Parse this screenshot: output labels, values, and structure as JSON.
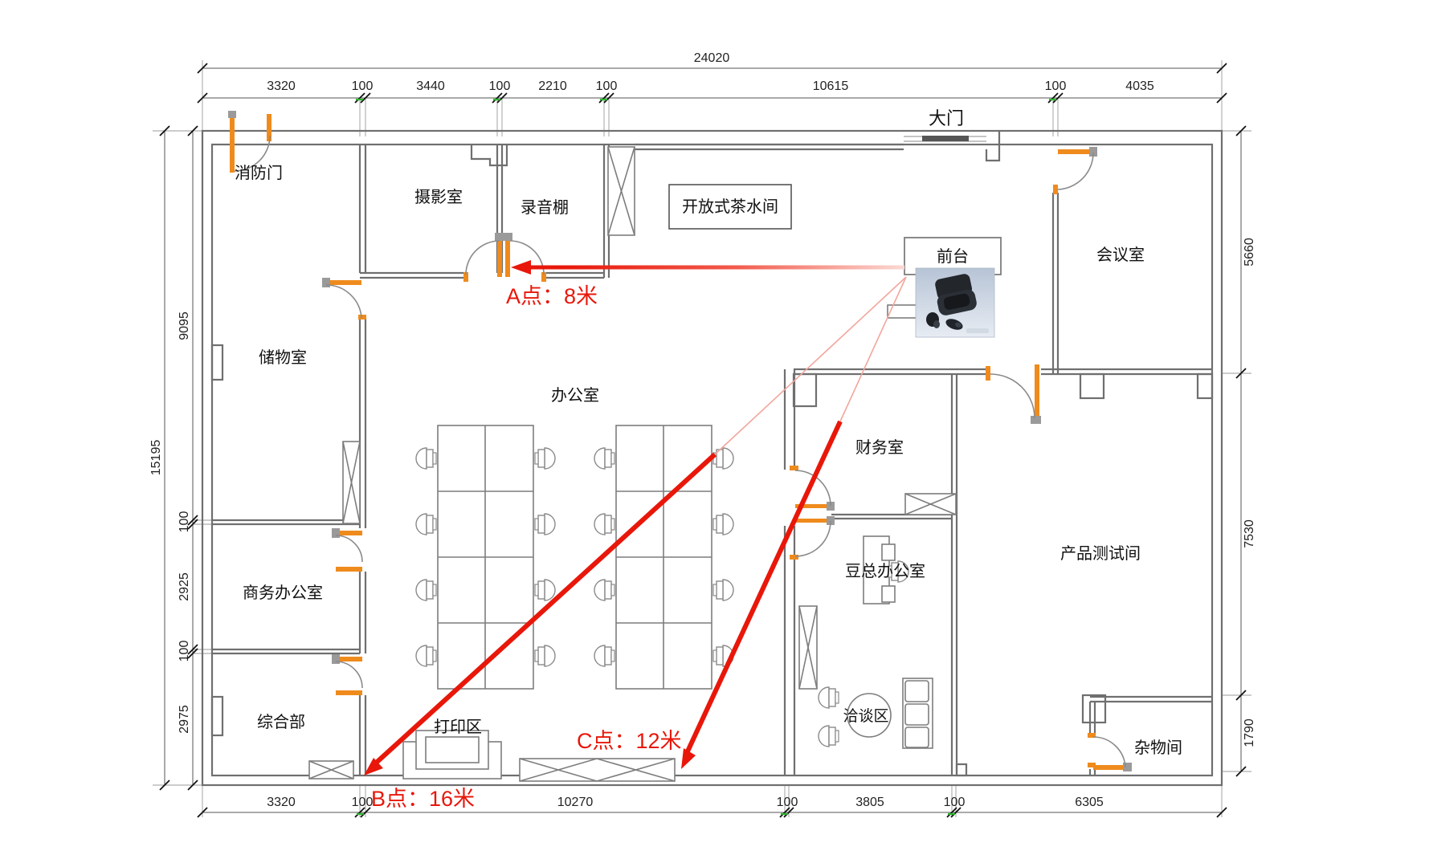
{
  "title": "office-floor-plan",
  "colors": {
    "arrow_red": "#e8170a",
    "door_orange": "#ef8b1d",
    "wall_gray": "#6f6f6f",
    "dim_gray": "#444444",
    "green_mark": "#2db52d"
  },
  "rooms": {
    "fire_exit": "消防门",
    "photo": "摄影室",
    "recording": "录音棚",
    "pantry": "开放式茶水间",
    "gate": "大门",
    "meeting": "会议室",
    "reception": "前台",
    "storage": "储物室",
    "office": "办公室",
    "finance": "财务室",
    "business": "商务办公室",
    "boss": "豆总办公室",
    "testing": "产品测试间",
    "general": "综合部",
    "print": "打印区",
    "lounge": "洽谈区",
    "utility": "杂物间"
  },
  "annotations": {
    "point_a": "A点：8米",
    "point_b": "B点：16米",
    "point_c": "C点：12米"
  },
  "dimensions": {
    "total_width": "24020",
    "total_height": "15195",
    "top": [
      "3320",
      "100",
      "3440",
      "100",
      "2210",
      "100",
      "10615",
      "100",
      "4035"
    ],
    "left": [
      "9095",
      "100",
      "2925",
      "100",
      "2975"
    ],
    "right": [
      "5660",
      "7530",
      "1790"
    ],
    "bottom": [
      "3320",
      "100",
      "10270",
      "100",
      "3805",
      "100",
      "6305"
    ]
  }
}
